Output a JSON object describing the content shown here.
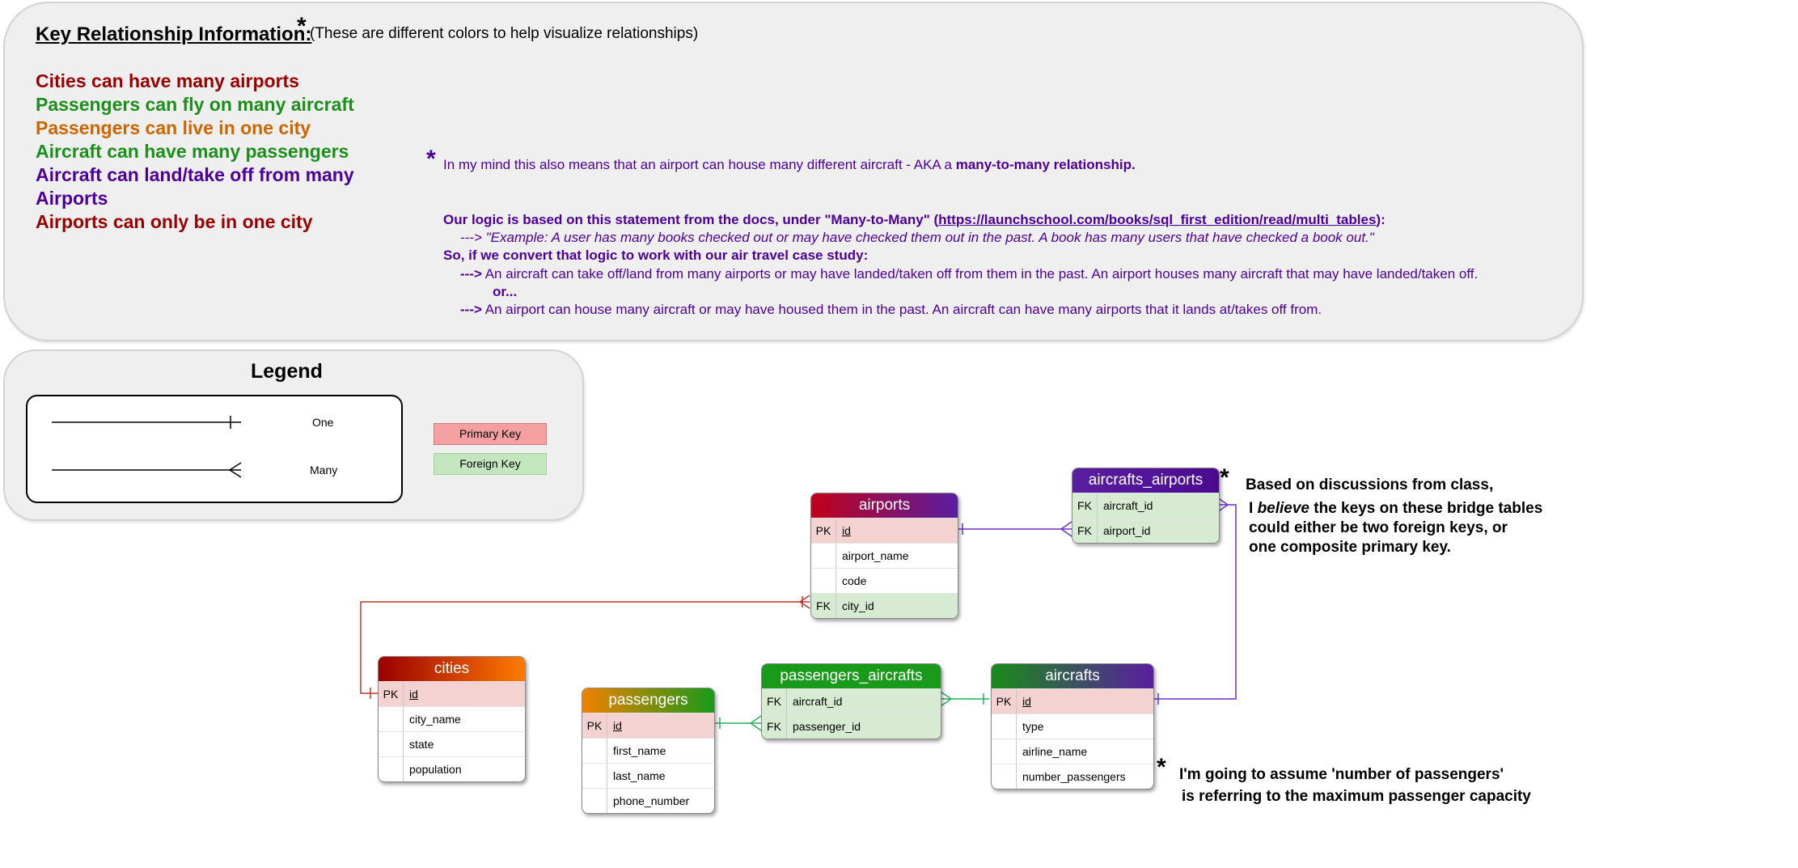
{
  "key_box": {
    "title": "Key Relationship Information:",
    "title_star": "*",
    "title_note": "(These are different colors to help visualize relationships)",
    "relationships": [
      {
        "text": "Cities can have many airports",
        "color": "#990000"
      },
      {
        "text": "Passengers can fly on many aircraft",
        "color": "#1a8f1a"
      },
      {
        "text": "Passengers can live in one city",
        "color": "#cc6600"
      },
      {
        "text": "Aircraft can have many passengers",
        "color": "#1a8f1a"
      },
      {
        "text": "Aircraft can land/take off from many",
        "color": "#4c0099"
      },
      {
        "text": "Airports",
        "color": "#4c0099"
      },
      {
        "text": "Airports can only be in one city",
        "color": "#990000"
      }
    ],
    "note_star": "*",
    "note_1_plain": "In my mind this also means that an airport can house many different aircraft - AKA a ",
    "note_1_bold": "many-to-many relationship.",
    "note_2_plain": "Our logic is based on this statement from the docs, under \"Many-to-Many\" (",
    "note_2_link": "https://launchschool.com/books/sql_first_edition/read/multi_tables",
    "note_2_end": "):",
    "note_3": "---> \"Example: A user has many books checked out or may have checked them out in the past. A book has many users that have checked a book out.\"",
    "note_4": "So, if we convert that logic to work with our air travel case study:",
    "note_5_arrow": "--->",
    "note_5": "An aircraft can take off/land from many airports or may have landed/taken off from them in the past. An airport houses many aircraft that may have landed/taken off.",
    "note_6": "or...",
    "note_7_arrow": "--->",
    "note_7": "An airport can house many aircraft or may have housed them in the past. An aircraft can have many airports that it lands at/takes off from."
  },
  "legend": {
    "title": "Legend",
    "one_label": "One",
    "many_label": "Many",
    "primary_key_label": "Primary Key",
    "foreign_key_label": "Foreign Key",
    "primary_key_color": "#f4a0a0",
    "foreign_key_color": "#c4e6bf"
  },
  "tables": {
    "airports": {
      "name": "airports",
      "rows": [
        {
          "key": "PK",
          "field": "id"
        },
        {
          "key": "",
          "field": "airport_name"
        },
        {
          "key": "",
          "field": "code"
        },
        {
          "key": "FK",
          "field": "city_id"
        }
      ]
    },
    "aircrafts_airports": {
      "name": "aircrafts_airports",
      "rows": [
        {
          "key": "FK",
          "field": "aircraft_id"
        },
        {
          "key": "FK",
          "field": "airport_id"
        }
      ]
    },
    "cities": {
      "name": "cities",
      "rows": [
        {
          "key": "PK",
          "field": "id"
        },
        {
          "key": "",
          "field": "city_name"
        },
        {
          "key": "",
          "field": "state"
        },
        {
          "key": "",
          "field": "population"
        }
      ]
    },
    "passengers": {
      "name": "passengers",
      "rows": [
        {
          "key": "PK",
          "field": "id"
        },
        {
          "key": "",
          "field": "first_name"
        },
        {
          "key": "",
          "field": "last_name"
        },
        {
          "key": "",
          "field": "phone_number"
        }
      ]
    },
    "passengers_aircrafts": {
      "name": "passengers_aircrafts",
      "rows": [
        {
          "key": "FK",
          "field": "aircraft_id"
        },
        {
          "key": "FK",
          "field": "passenger_id"
        }
      ]
    },
    "aircrafts": {
      "name": "aircrafts",
      "rows": [
        {
          "key": "PK",
          "field": "id"
        },
        {
          "key": "",
          "field": "type"
        },
        {
          "key": "",
          "field": "airline_name"
        },
        {
          "key": "",
          "field": "number_passengers"
        }
      ]
    }
  },
  "annotations": {
    "bridge_star": "*",
    "bridge_line1": "Based on discussions from class,",
    "bridge_line2_a": "I ",
    "bridge_line2_b": "believe",
    "bridge_line2_c": " the keys on these bridge tables",
    "bridge_line3": "could either be two foreign keys, or",
    "bridge_line4": "one composite primary key.",
    "capacity_star": "*",
    "capacity_line1": "I'm going to assume 'number of passengers'",
    "capacity_line2": "is referring to the maximum passenger capacity"
  },
  "colors": {
    "city_airport_line": "#c0392b",
    "passenger_aircraft_line": "#27ae60",
    "aircraft_airport_line": "#6a32c9",
    "airports_header": [
      "#c0001a",
      "#5a1ea0"
    ],
    "aircrafts_airports_header": [
      "#5a1ea0",
      "#4a0a90"
    ],
    "cities_header": [
      "#9a0000",
      "#ff7a00"
    ],
    "passengers_header": [
      "#f08000",
      "#1a9a1a"
    ],
    "passengers_aircrafts_header": [
      "#1a9a1a",
      "#1a9a1a"
    ],
    "aircrafts_header": [
      "#1a8a1a",
      "#5a1ea0"
    ]
  }
}
